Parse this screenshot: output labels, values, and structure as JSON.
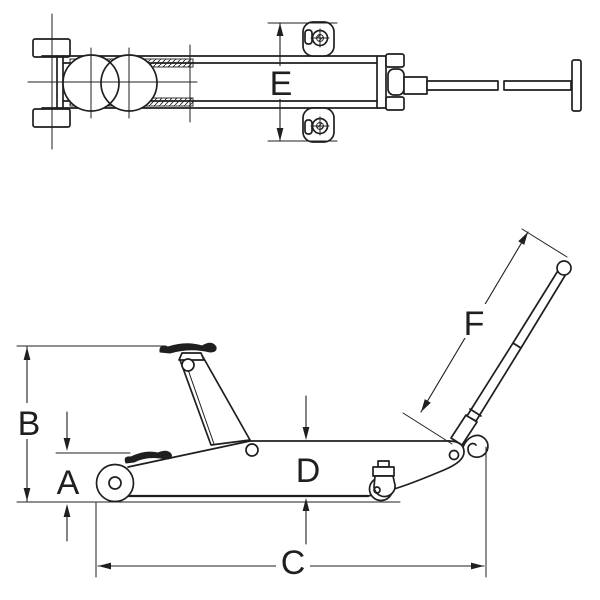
{
  "diagram": {
    "type": "technical-drawing",
    "subject": "trolley-floor-jack-dimension-diagram",
    "views": {
      "top": "top-plan-view",
      "side": "side-elevation-view"
    },
    "colors": {
      "line": "#1f1f1f",
      "bg": "#ffffff"
    },
    "labels": {
      "A": "A",
      "B": "B",
      "C": "C",
      "D": "D",
      "E": "E",
      "F": "F"
    }
  }
}
